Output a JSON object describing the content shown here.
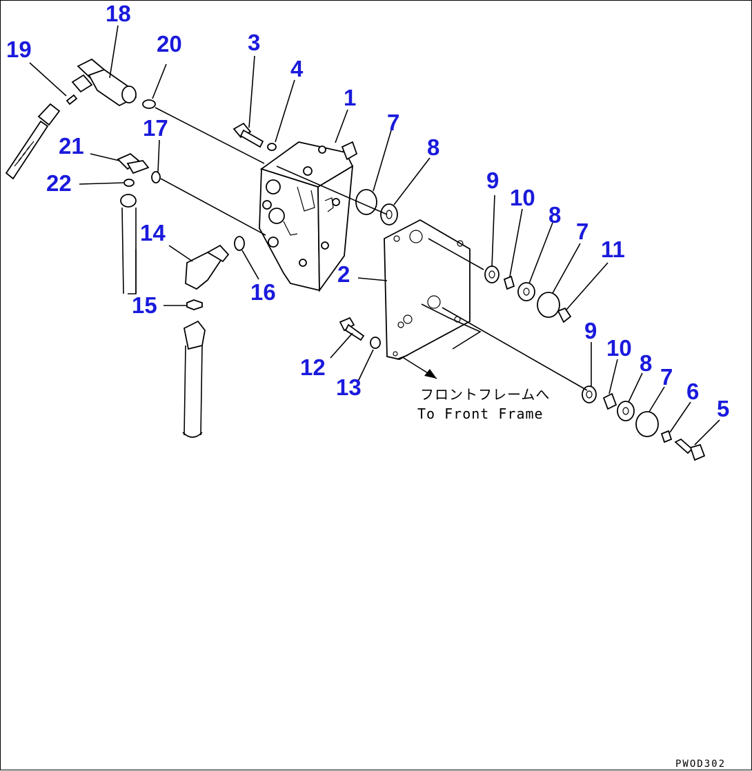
{
  "callouts": {
    "n18": "18",
    "n19": "19",
    "n20": "20",
    "n3": "3",
    "n4": "4",
    "n1": "1",
    "n17": "17",
    "n21": "21",
    "n22": "22",
    "n7a": "7",
    "n8a": "8",
    "n14": "14",
    "n16": "16",
    "n15": "15",
    "n2": "2",
    "n9a": "9",
    "n10a": "10",
    "n8b": "8",
    "n7b": "7",
    "n11": "11",
    "n12": "12",
    "n13": "13",
    "n9b": "9",
    "n10b": "10",
    "n8c": "8",
    "n7c": "7",
    "n6": "6",
    "n5": "5"
  },
  "note": {
    "japanese": "フロントフレームへ",
    "english": "To Front Frame"
  },
  "drawing_code": "PWOD302",
  "colors": {
    "callout": "#1a1adc",
    "line": "#000000",
    "background": "#ffffff"
  }
}
